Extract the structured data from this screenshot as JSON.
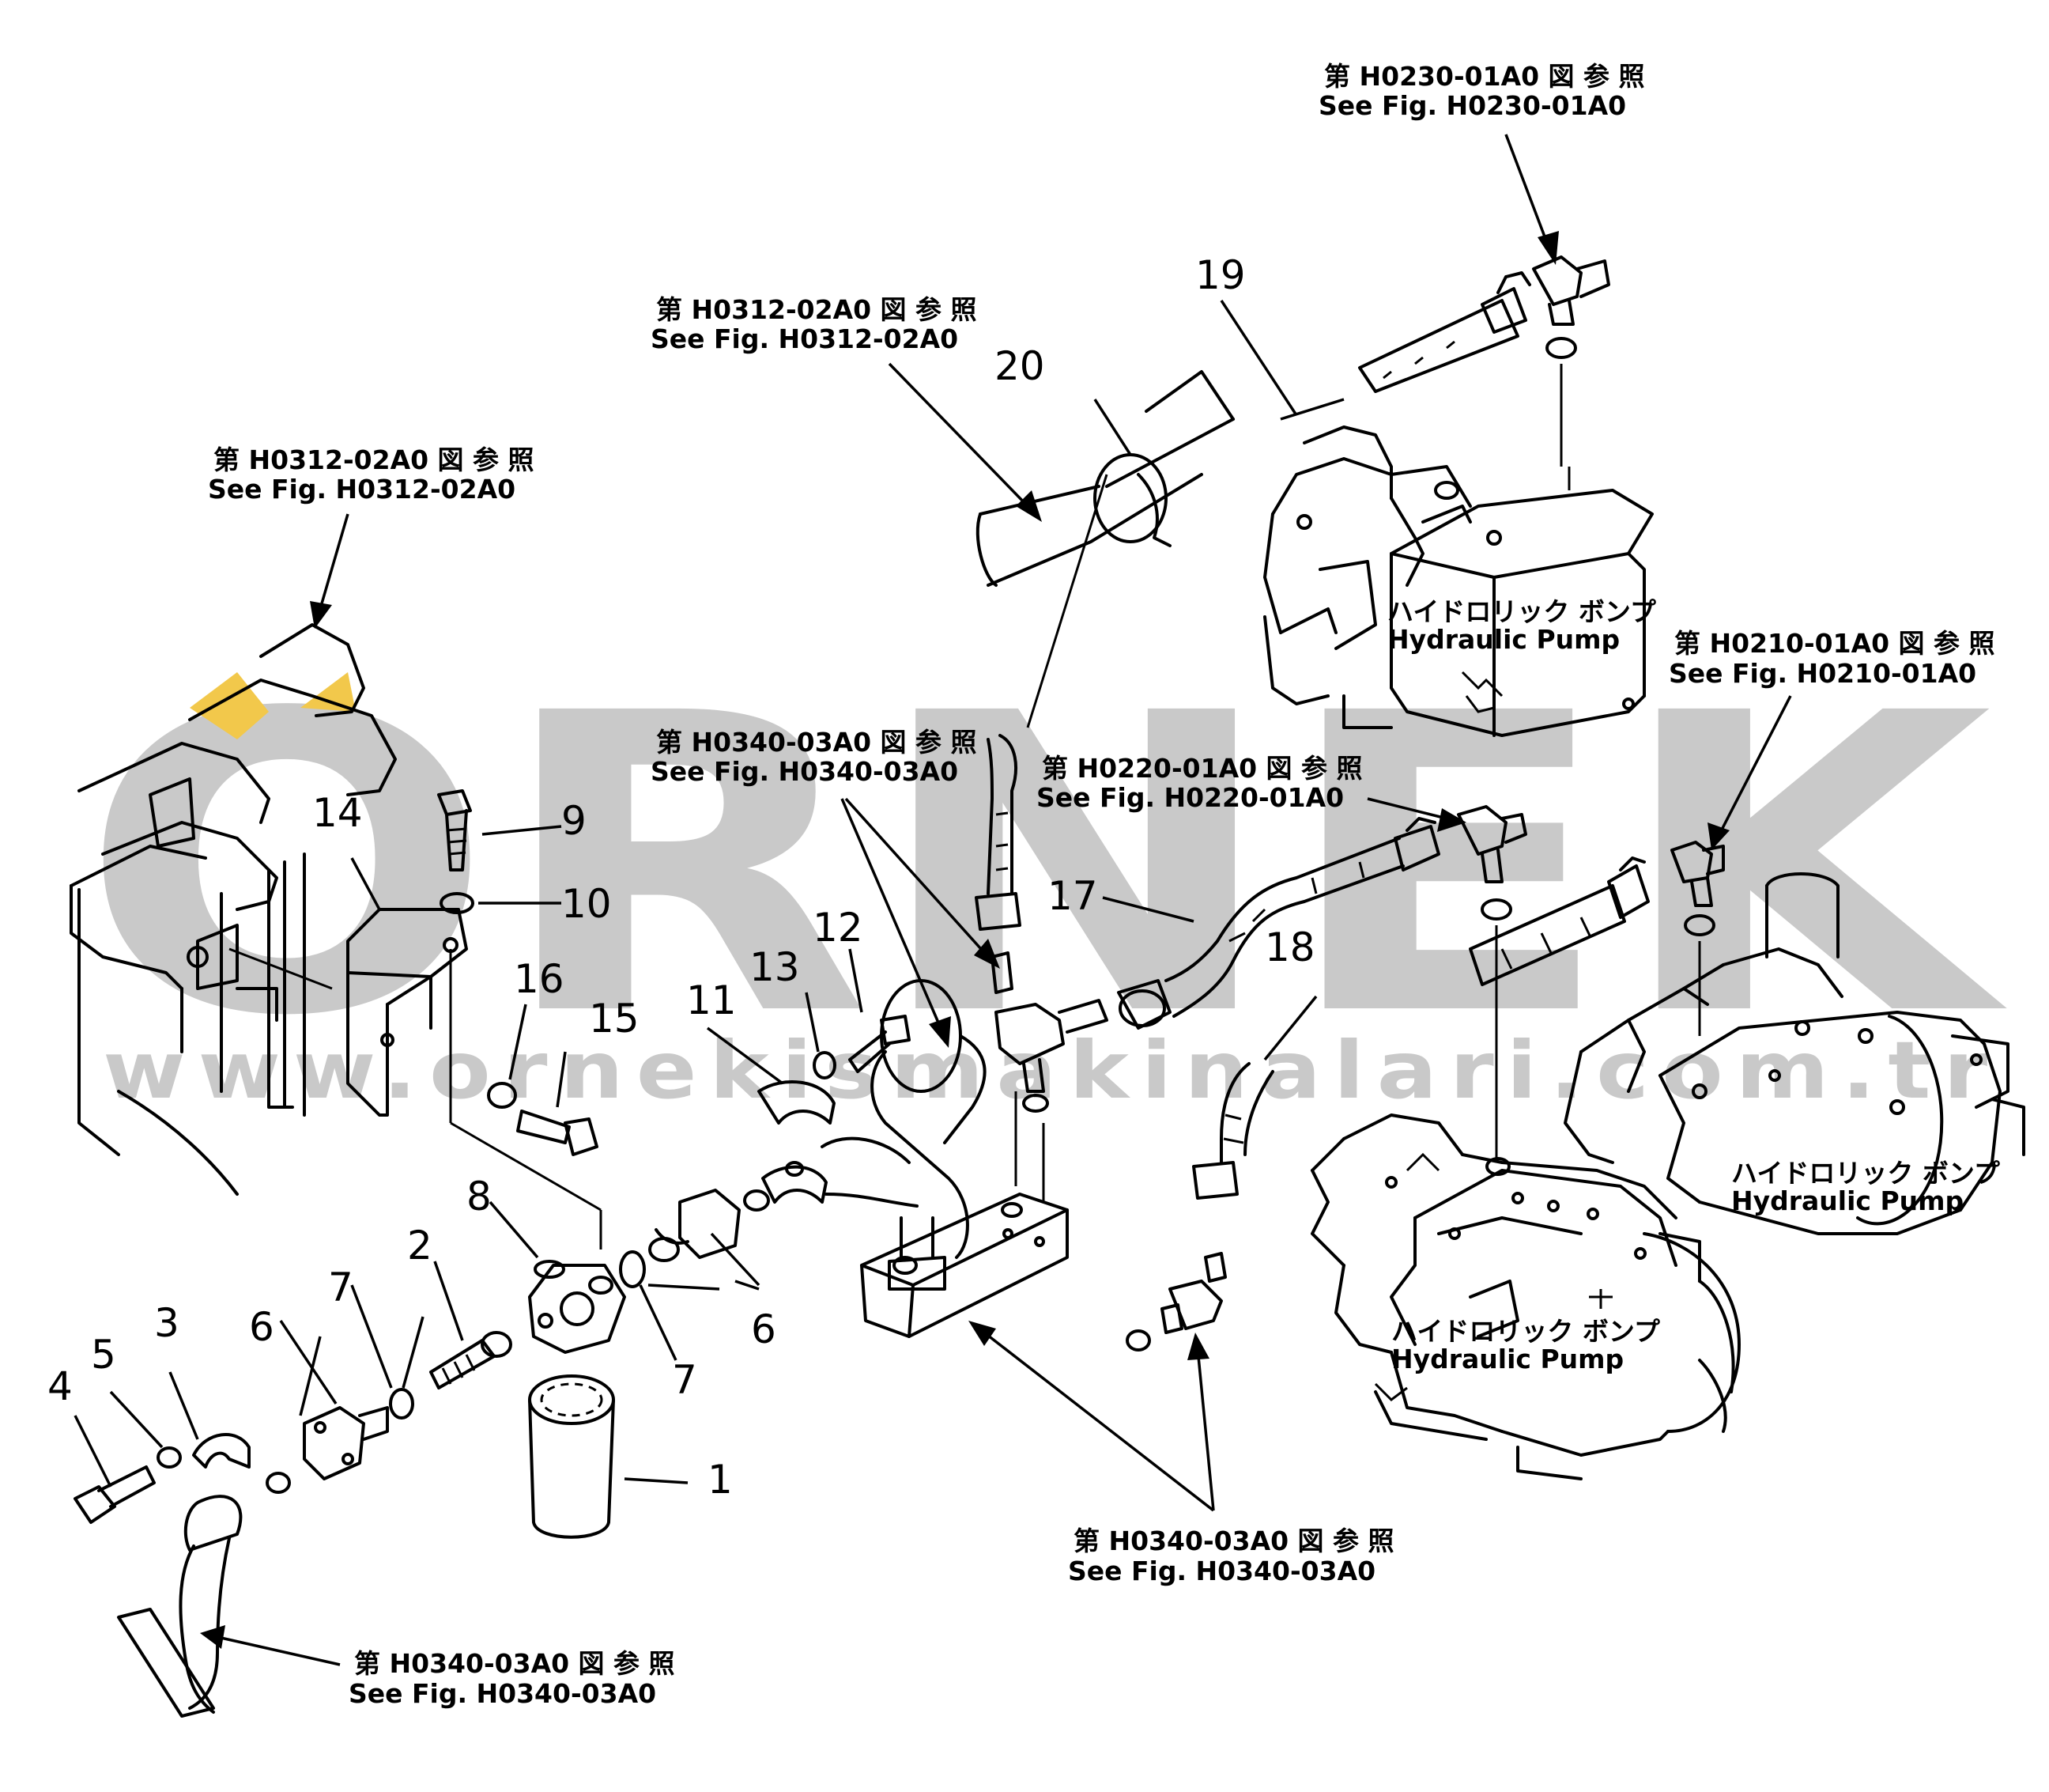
{
  "watermark": {
    "brand": "ORNEK",
    "url": "www.ornekismakinalari.com.tr",
    "color": "#c9c9c9",
    "highlight_color": "#f2c84b"
  },
  "references": {
    "h0230": {
      "jp": "第 H0230-01A0 図 参 照",
      "en": "See Fig. H0230-01A0"
    },
    "h0312_top": {
      "jp": "第 H0312-02A0 図 参 照",
      "en": "See Fig. H0312-02A0"
    },
    "h0312_left": {
      "jp": "第 H0312-02A0 図 参 照",
      "en": "See Fig. H0312-02A0"
    },
    "h0340_mid": {
      "jp": "第 H0340-03A0 図 参 照",
      "en": "See Fig. H0340-03A0"
    },
    "h0220": {
      "jp": "第 H0220-01A0 図 参 照",
      "en": "See Fig. H0220-01A0"
    },
    "h0210": {
      "jp": "第 H0210-01A0 図 参 照",
      "en": "See Fig. H0210-01A0"
    },
    "h0340_bottom": {
      "jp": "第 H0340-03A0 図 参 照",
      "en": "See Fig. H0340-03A0"
    },
    "h0340_left": {
      "jp": "第 H0340-03A0 図 参 照",
      "en": "See Fig. H0340-03A0"
    }
  },
  "pumps": {
    "upper": {
      "jp": "ハイドロリック ボンプ",
      "en": "Hydraulic Pump"
    },
    "right": {
      "jp": "ハイドロリック ボンプ",
      "en": "Hydraulic Pump"
    },
    "lower": {
      "jp": "ハイドロリック ボンプ",
      "en": "Hydraulic Pump"
    }
  },
  "parts": {
    "p1": "1",
    "p2": "2",
    "p3": "3",
    "p4": "4",
    "p5": "5",
    "p6a": "6",
    "p6b": "6",
    "p7a": "7",
    "p7b": "7",
    "p8": "8",
    "p9": "9",
    "p10": "10",
    "p11": "11",
    "p12": "12",
    "p13": "13",
    "p14": "14",
    "p15": "15",
    "p16": "16",
    "p17": "17",
    "p18": "18",
    "p19": "19",
    "p20": "20"
  }
}
